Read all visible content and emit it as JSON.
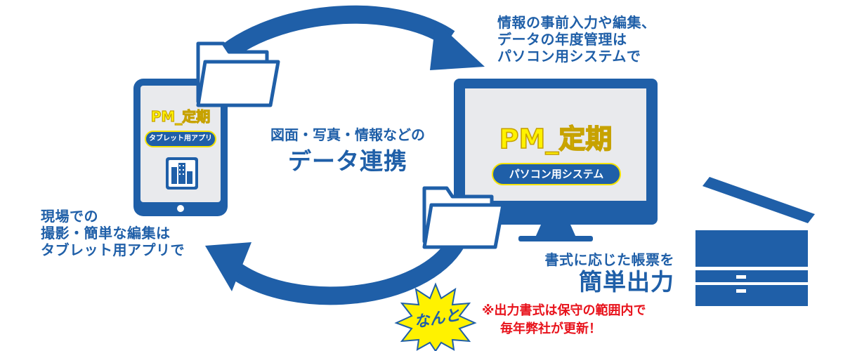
{
  "tablet": {
    "app_name": "PM_定期",
    "badge": "タブレット用アプリ",
    "caption_lines": [
      "現場での",
      "撮影・簡単な編集は",
      "タブレット用アプリで"
    ]
  },
  "pc": {
    "app_name": "PM_定期",
    "badge": "パソコン用システム",
    "caption_lines": [
      "情報の事前入力や編集、",
      "データの年度管理は",
      "パソコン用システムで"
    ]
  },
  "center": {
    "small": "図面・写真・情報などの",
    "big": "データ連携"
  },
  "printer": {
    "caption": "書式に応じた帳票を",
    "big": "簡単出力"
  },
  "notes": {
    "starburst": "なんと",
    "line1": "※出力書式は保守の範囲内で",
    "line2": "毎年弊社が更新！"
  },
  "colors": {
    "brand_blue": "#1f5fa8",
    "screen_gray": "#e9eaed",
    "accent_yellow": "#fff200",
    "note_red": "#e8121b"
  }
}
